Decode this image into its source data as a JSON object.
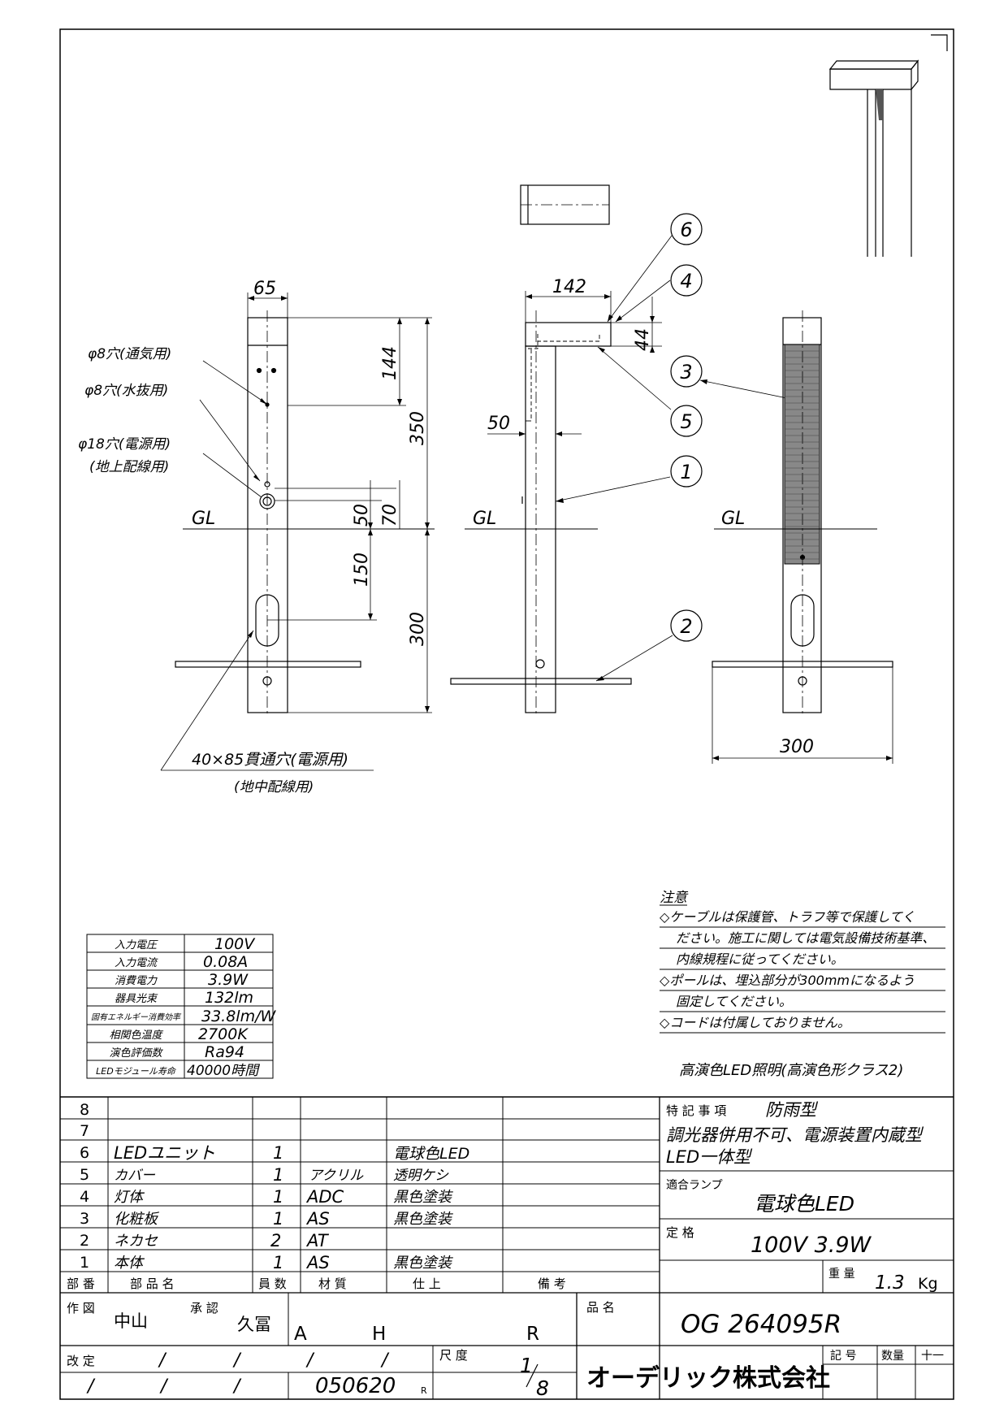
{
  "front": {
    "w": "65",
    "h144": "144",
    "h350": "350",
    "h50": "50",
    "h70": "70",
    "h150": "150",
    "h300": "300",
    "gl": "GL",
    "hole_vent": "φ8穴(通気用)",
    "hole_drain": "φ8穴(水抜用)",
    "hole_power": "φ18穴(電源用)",
    "hole_power_sub": "(地上配線用)",
    "slot": "40×85貫通穴(電源用)",
    "slot_sub": "(地中配線用)"
  },
  "side": {
    "w142": "142",
    "d44": "44",
    "d50": "50",
    "gl": "GL"
  },
  "rear": {
    "gl": "GL",
    "w300": "300"
  },
  "balloons": [
    "6",
    "4",
    "3",
    "5",
    "1",
    "2"
  ],
  "notes": {
    "title": "注意",
    "lines": [
      "◇ケーブルは保護管、トラフ等で保護してく",
      "ださい。施工に関しては電気設備技術基準、",
      "内線規程に従ってください。",
      "◇ポールは、埋込部分が300mmになるよう",
      "固定してください。",
      "◇コードは付属しておりません。"
    ],
    "footer": "高演色LED照明(高演色形クラス2)"
  },
  "specs": [
    {
      "label": "入力電圧",
      "value": "100V"
    },
    {
      "label": "入力電流",
      "value": "0.08A"
    },
    {
      "label": "消費電力",
      "value": "3.9W"
    },
    {
      "label": "器具光束",
      "value": "132lm"
    },
    {
      "label": "固有エネルギー消費効率",
      "value": "33.8lm/W"
    },
    {
      "label": "相関色温度",
      "value": "2700K"
    },
    {
      "label": "演色評価数",
      "value": "Ra94"
    },
    {
      "label": "LEDモジュール寿命",
      "value": "40000時間"
    }
  ],
  "parts": [
    {
      "no": "8",
      "name": "",
      "qty": "",
      "material": "",
      "finish": ""
    },
    {
      "no": "7",
      "name": "",
      "qty": "",
      "material": "",
      "finish": ""
    },
    {
      "no": "6",
      "name": "LEDユニット",
      "qty": "1",
      "material": "",
      "finish": "電球色LED"
    },
    {
      "no": "5",
      "name": "カバー",
      "qty": "1",
      "material": "アクリル",
      "finish": "透明ケシ"
    },
    {
      "no": "4",
      "name": "灯体",
      "qty": "1",
      "material": "ADC",
      "finish": "黒色塗装"
    },
    {
      "no": "3",
      "name": "化粧板",
      "qty": "1",
      "material": "AS",
      "finish": "黒色塗装"
    },
    {
      "no": "2",
      "name": "ネカセ",
      "qty": "2",
      "material": "AT",
      "finish": ""
    },
    {
      "no": "1",
      "name": "本体",
      "qty": "1",
      "material": "AS",
      "finish": "黒色塗装"
    }
  ],
  "parts_header": {
    "no": "部 番",
    "name": "部 品 名",
    "qty": "員 数",
    "material": "材 質",
    "finish": "仕 上",
    "remarks": "備 考"
  },
  "features": {
    "label": "特 記 事 項",
    "line1": "防雨型",
    "line2": "調光器併用不可、電源装置内蔵型",
    "line3": "LED一体型"
  },
  "lamp": {
    "label": "適合ランプ",
    "value": "電球色LED"
  },
  "rating": {
    "label": "定 格",
    "value": "100V 3.9W"
  },
  "weight": {
    "label": "重 量",
    "value": "1.3",
    "unit": "Kg"
  },
  "title_block": {
    "drawn_label": "作 図",
    "drawn_name": "中山",
    "approved_label": "承 認",
    "approved_name": "久冨",
    "code_a": "A",
    "code_h": "H",
    "code_r": "R",
    "product_label": "品 名",
    "product_no": "OG 264095R",
    "rev_label": "改 定",
    "scale_label": "尺 度",
    "scale_num": "1",
    "scale_den": "8",
    "date": "050620",
    "date_suffix": "R",
    "company": "オーデリック株式会社",
    "symbol_label": "記 号",
    "qty_label": "数量",
    "eleven": "十一",
    "slash": "/"
  }
}
